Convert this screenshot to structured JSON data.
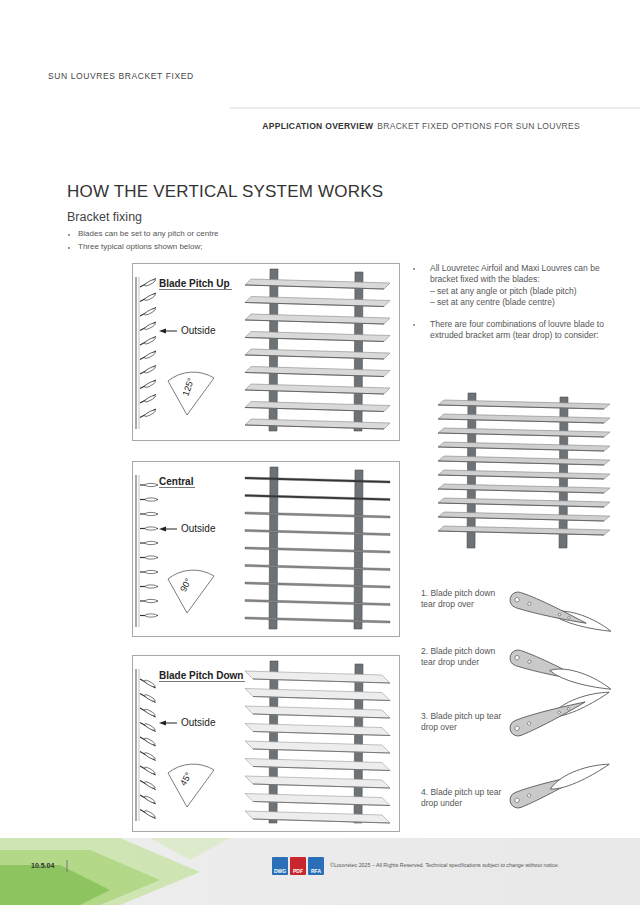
{
  "diagram": {
    "title": "HOW THE VERTICAL SYSTEM WORKS",
    "nodes": [
      {
        "text": [
          "Blade Pitch Up",
          "Outside",
          "125°"
        ]
      },
      {
        "text": [
          "Central",
          "Outside",
          "90°"
        ]
      },
      {
        "text": [
          "Blade Pitch Down",
          "Outside",
          "45°"
        ]
      }
    ],
    "labels": [
      "SUN LOUVRES BRACKET FIXED",
      "APPLICATION OVERVIEW",
      "BRACKET FIXED OPTIONS FOR SUN LOUVRES",
      "Bracket fixing",
      "Blades can be set to any pitch or centre",
      "Three typical options shown below;",
      "All Louvretec Airfoil and Maxi Louvres can be bracket fixed with the blades:",
      "– set at any angle or pitch (blade pitch)",
      "– set at any centre (blade centre)",
      "There are four combinations of louvre blade to extruded bracket arm (tear drop) to consider:",
      "1. Blade pitch down tear drop over",
      "2. Blade pitch down tear drop under",
      "3. Blade pitch up tear drop over",
      "4. Blade pitch up tear drop under",
      "10.5.04",
      "DWG",
      "PDF",
      "RFA",
      "©Louvretec 2025 – All Rights Reserved. Technical specifications subject to change without notice."
    ]
  }
}
